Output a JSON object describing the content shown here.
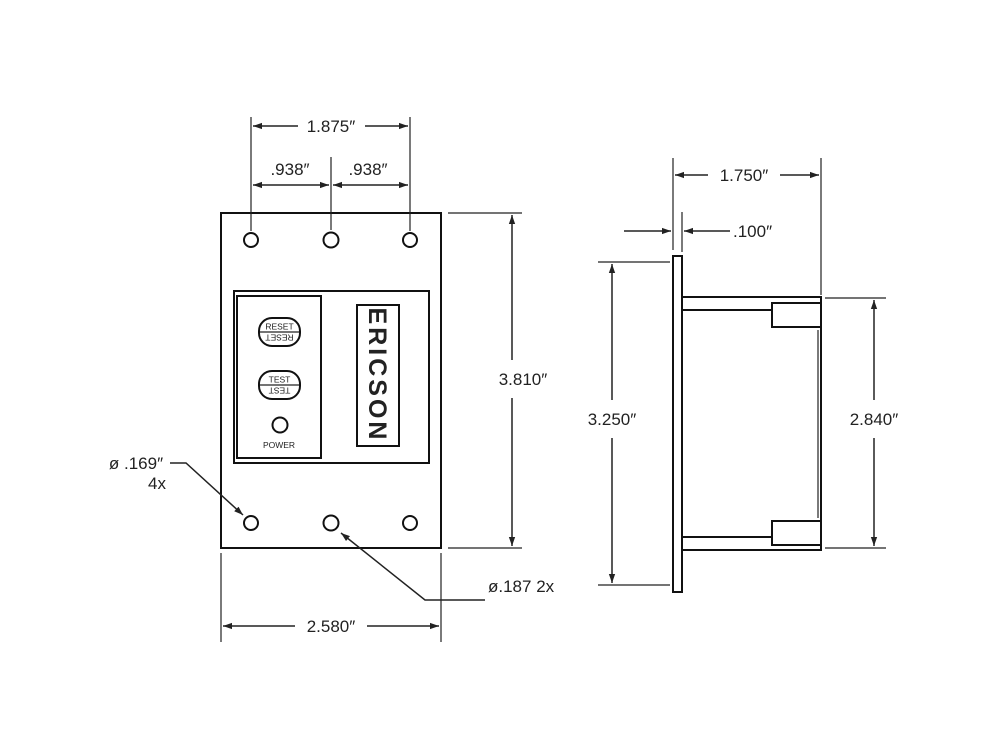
{
  "dimensions": {
    "overall_top_width": "1.875″",
    "half_left": ".938″",
    "half_right": ".938″",
    "plate_height": "3.810″",
    "plate_width": "2.580″",
    "small_hole_dia": "ø .169″",
    "small_hole_qty": "4x",
    "large_hole_callout": "ø.187 2x",
    "side_depth": "1.750″",
    "flange_thickness": ".100″",
    "flange_height": "3.250″",
    "body_height": "2.840″"
  },
  "device": {
    "reset_label": "RESET",
    "test_label": "TEST",
    "power_label": "POWER",
    "brand": "ERICSON"
  },
  "colors": {
    "line": "#222222",
    "background": "#ffffff"
  }
}
